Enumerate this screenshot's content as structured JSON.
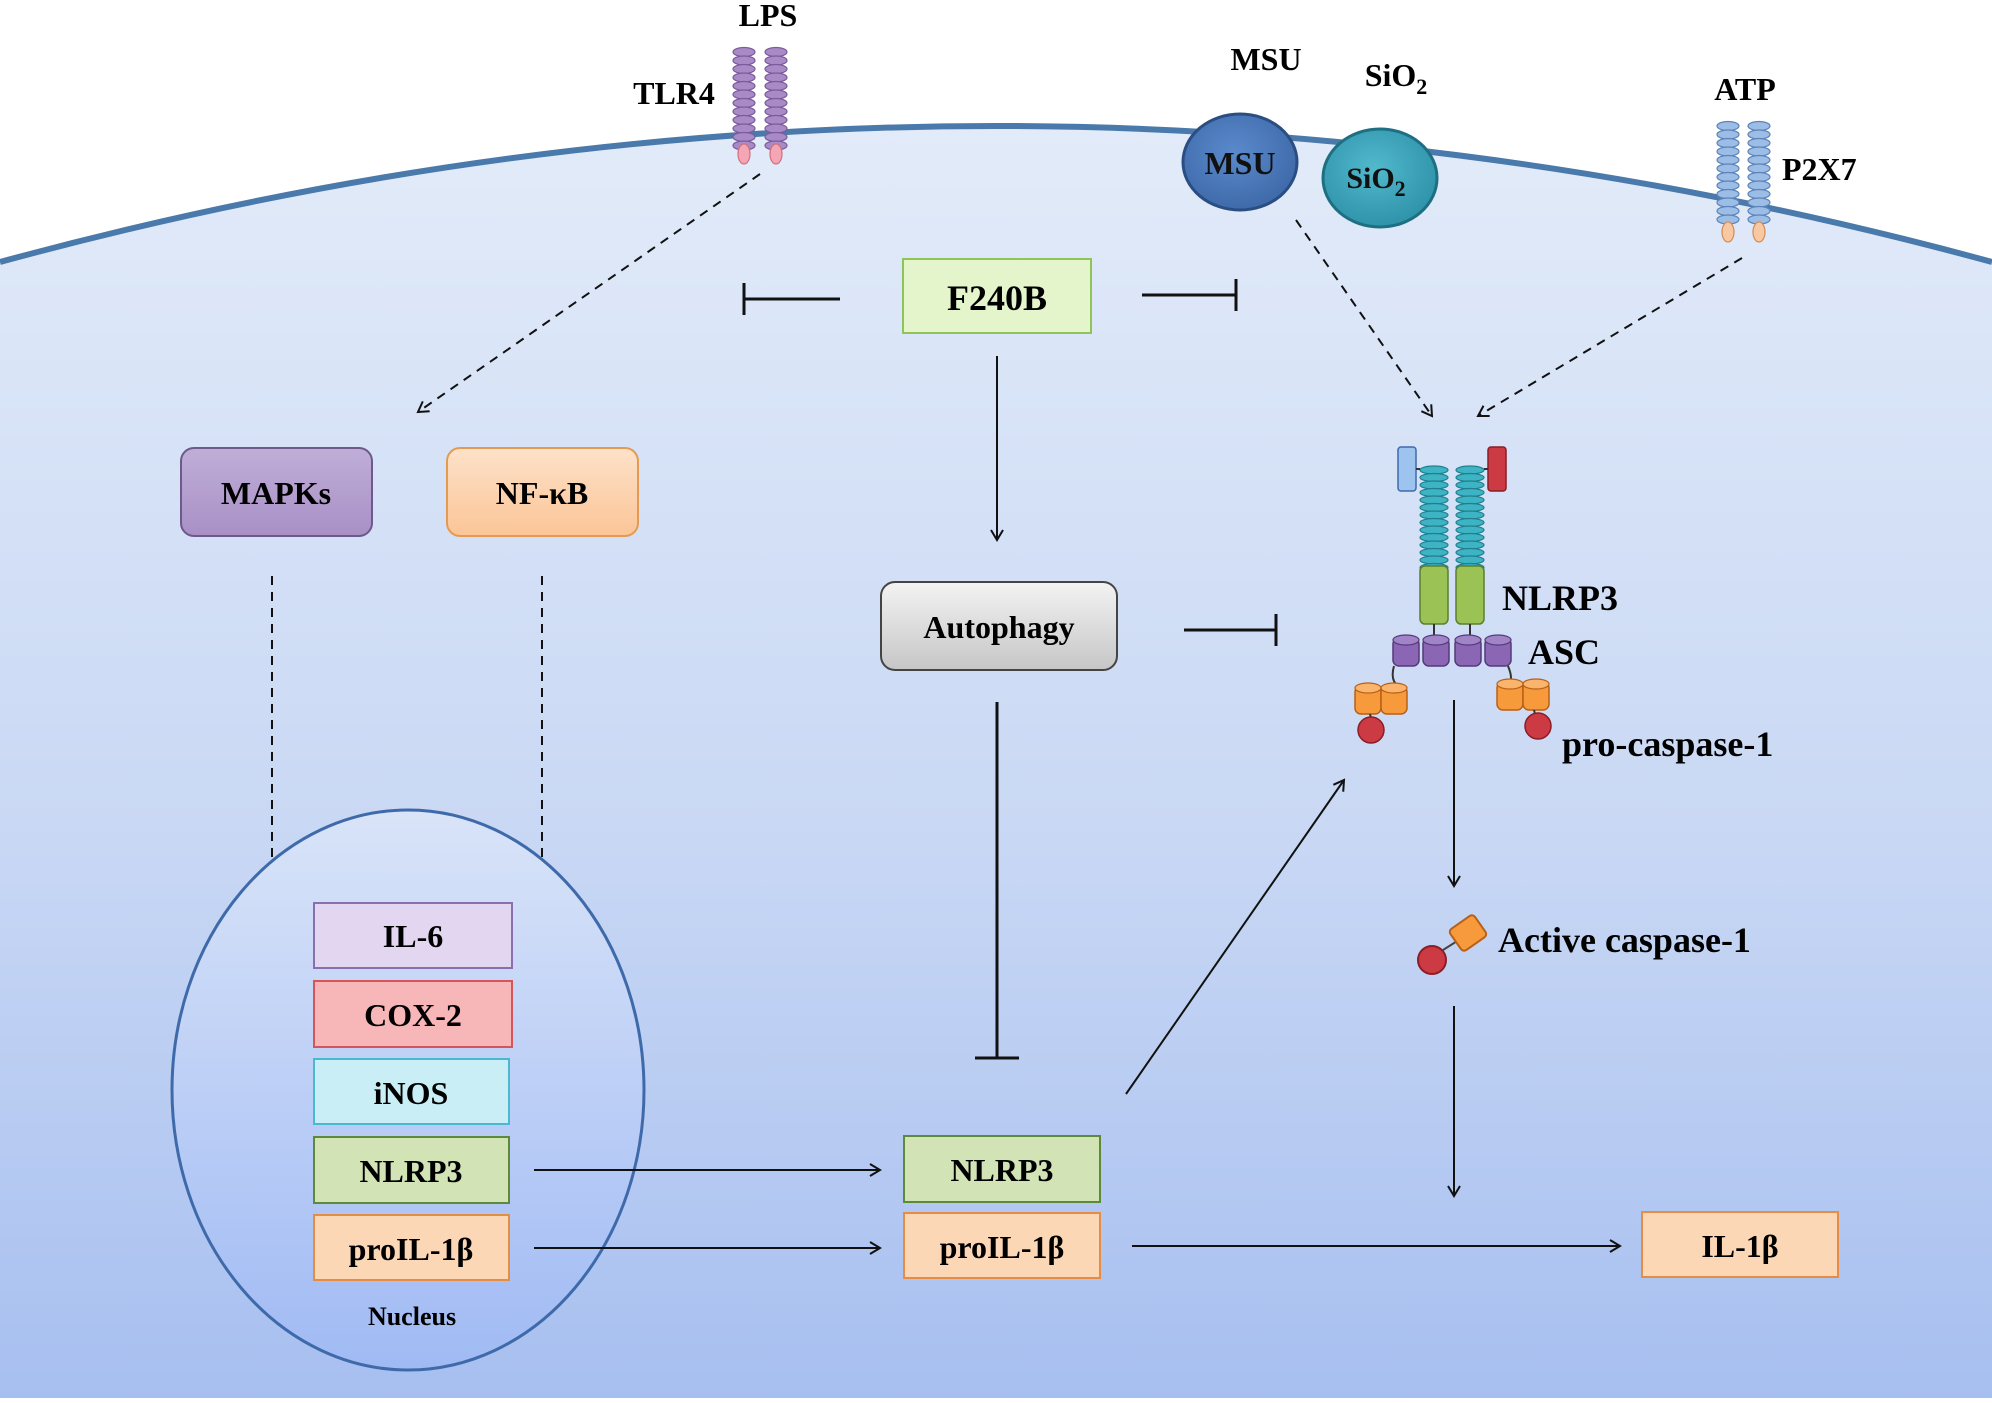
{
  "receptors": {
    "lps": "LPS",
    "tlr4": "TLR4",
    "msu_label": "MSU",
    "msu_particle": "MSU",
    "sio2_label": "SiO",
    "sio2_particle": "SiO",
    "sio2_subscript": "2",
    "atp": "ATP",
    "p2x7": "P2X7"
  },
  "center": {
    "f240b": "F240B",
    "autophagy": "Autophagy"
  },
  "signaling": {
    "mapks": "MAPKs",
    "nfkb": "NF-κB"
  },
  "nucleus": {
    "label": "Nucleus",
    "genes": [
      "IL-6",
      "COX-2",
      "iNOS",
      "NLRP3",
      "proIL-1β"
    ]
  },
  "cytoplasm": {
    "nlrp3": "NLRP3",
    "proil1b": "proIL-1β",
    "il1b": "IL-1β"
  },
  "inflammasome": {
    "nlrp3": "NLRP3",
    "asc": "ASC",
    "procaspase": "pro-caspase-1",
    "active_caspase": "Active caspase-1"
  },
  "colors": {
    "membrane": "#4a7aab",
    "cell_top": "#dde8f8",
    "cell_bottom": "#a9c1ef",
    "mapks": "#b29fcc",
    "nfkb": "#fcd3b0",
    "f240b": "#e4f5cc",
    "autophagy": "#d4d4d4",
    "il6": "#e3d6f0",
    "cox2": "#f7b6b8",
    "inos": "#c9eef6",
    "nlrp3": "#d2e3b6",
    "proil1b": "#fcd7b5",
    "msu": "#4874b6",
    "sio2": "#3aa3ba",
    "receptor_purple": "#a98ac7",
    "receptor_blue": "#9bbde6",
    "nlrp3_coil": "#3db3c4",
    "nlrp3_cyl": "#9bc255",
    "asc": "#8a66b4",
    "caspase_orange": "#f79a3c",
    "caspase_red": "#cc3b44"
  }
}
